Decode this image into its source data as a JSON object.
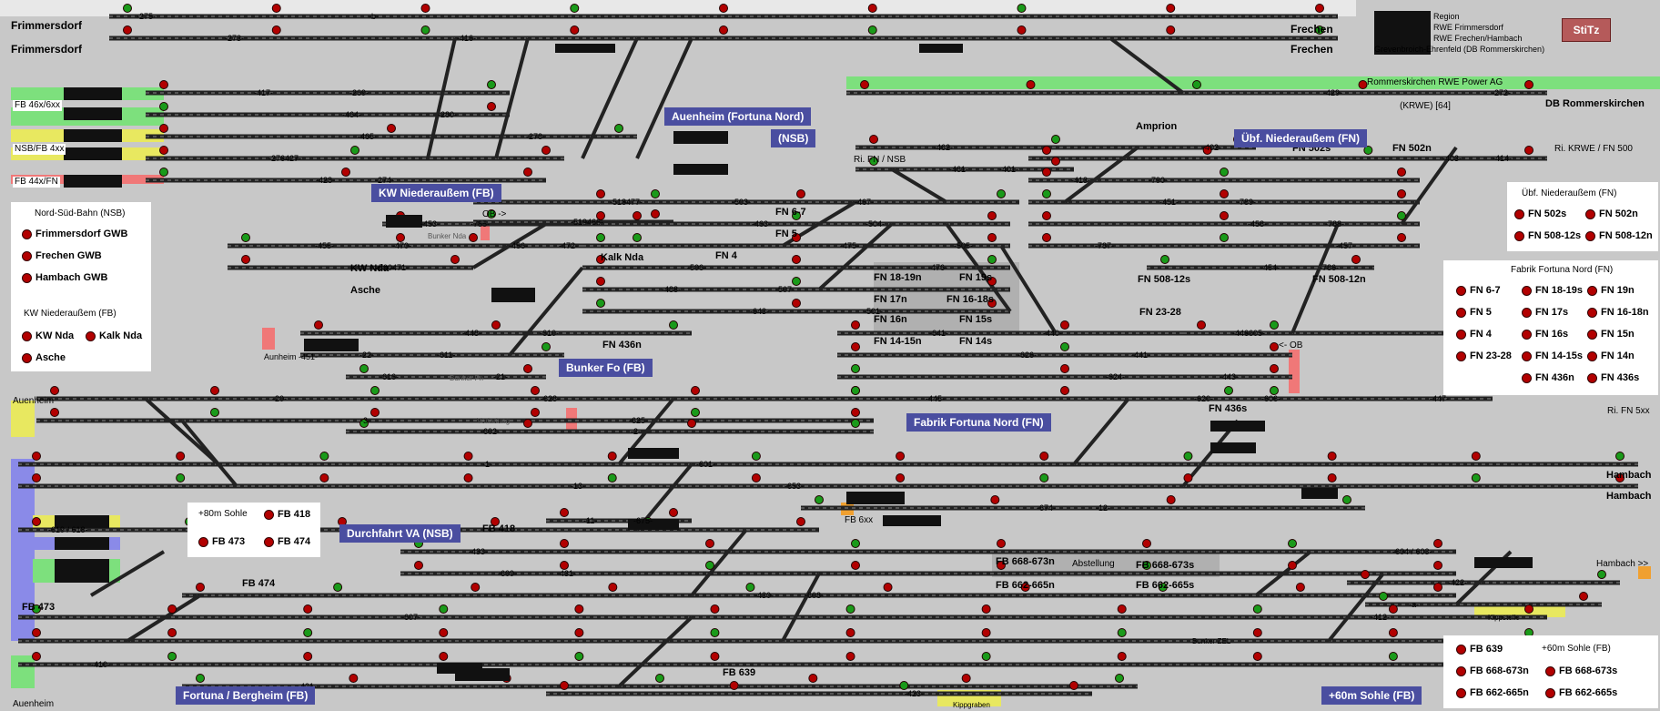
{
  "legend": {
    "rows": [
      "Region",
      "RWE Frimmersdorf",
      "RWE Frechen/Hambach",
      "Grevenbroich-Ehrenfeld  (DB Rommerskirchen)"
    ],
    "button_label": "StiTz"
  },
  "section_titles": [
    "Auenheim (Fortuna Nord)",
    "(NSB)",
    "KW Niederaußem (FB)",
    "Übf. Niederaußem (FN)",
    "Bunker Fo (FB)",
    "Fabrik Fortuna Nord (FN)",
    "Durchfahrt VA (NSB)",
    "Fortuna / Bergheim (FB)",
    "+60m Sohle (FB)"
  ],
  "station_labels": [
    "Frimmersdorf",
    "Frimmersdorf",
    "Frechen",
    "Frechen",
    "DB Rommerskirchen",
    "Amprion",
    "Hambach",
    "Hambach",
    "Auenheim",
    "Auenheim",
    "Kalk Nda",
    "KW Nda",
    "Asche"
  ],
  "track_labels": [
    "-275-",
    "-273-",
    "-269-",
    "-280-",
    "-278-",
    "-276-",
    "-274-",
    "-272-",
    "-462-",
    "-461-",
    "-414-",
    "-413-",
    "-451-",
    "-458-",
    "-457-",
    "-454-",
    "-453-",
    "-456-",
    "-455-",
    "-500-",
    "-518-",
    "-519-",
    "-503-",
    "-504-",
    "-505-",
    "-506-",
    "-507-",
    "-501-",
    "-440-",
    "-441-",
    "-443-",
    "-445-",
    "-446-",
    "-447-",
    "-448-",
    "-22-",
    "-21-",
    "-20-",
    "-3-",
    "-2-",
    "-1-",
    "-13-",
    "-12-",
    "-11-",
    "-14-",
    "-433-",
    "-431-",
    "-430-",
    "-412-",
    "-411-",
    "-410-",
    "-421-",
    "-423-",
    "-422-",
    "-a-",
    "-b-",
    "-416-",
    "-417-",
    "-464-",
    "-465-",
    "-427-",
    "-428-",
    "-429-",
    "-402-",
    "-401-",
    "-403-",
    "-790-",
    "-789-",
    "-788-",
    "-787-",
    "-786-",
    "-785-",
    "-472-",
    "-470-",
    "-471-",
    "-477-",
    "-466-",
    "-467-",
    "-463-",
    "-475-",
    "-476-",
    "-488-",
    "-643-",
    "-641-",
    "-626-",
    "-624-",
    "-620-",
    "-605-",
    "-606-",
    "-610-",
    "-611-",
    "-616-",
    "-628-",
    "-625-",
    "-602-",
    "-601-",
    "-653-",
    "-674-",
    "-675-",
    "-619 / 618-",
    "-604 / 603-",
    "-609-",
    "-608-",
    "-607-"
  ],
  "fb_labels": [
    "FN 6-7",
    "FN 5",
    "FN 4",
    "FN 18-19n",
    "FN 17n",
    "FN 16n",
    "FN 14-15n",
    "FN 19s",
    "FN 16-18s",
    "FN 15s",
    "FN 14s",
    "FN 23-28",
    "FN 436n",
    "FN 436s",
    "FN 502s",
    "FN 502n",
    "FN 508-12s",
    "FN 508-12n",
    "FB 418",
    "FB 474",
    "FB 473",
    "FB 639",
    "FB 668-673n",
    "FB 668-673s",
    "FB 662-665n",
    "FB 662-665s"
  ],
  "misc_labels": [
    "FB 46x/6xx",
    "NSB/FB 4xx",
    "FB 44x/FN",
    "Rommerskirchen RWE Power AG",
    "(KRWE) [64]",
    "Ri. FN / NSB",
    "Ri. KRWE / FN 500",
    "Ri. FN 5xx",
    "OB ->",
    "<- OB",
    "Bunker Nda",
    "Bunker Fn",
    "Verladung",
    "FB 6xx",
    "Abstellung",
    "Bunker ZEL",
    "Kippstelle",
    "Kippgraben",
    "Hambach >>",
    "Aunheim -451-"
  ],
  "panel_nsb": {
    "heading": "Nord-Süd-Bahn (NSB)",
    "items": [
      "Frimmersdorf GWB",
      "Frechen GWB",
      "Hambach GWB"
    ],
    "heading2": "KW Niederaußem (FB)",
    "items2": [
      "KW Nda",
      "Kalk Nda",
      "Asche"
    ]
  },
  "panel_ubf": {
    "heading": "Übf. Niederaußem (FN)",
    "items": [
      "FN 502s",
      "FN 502n",
      "FN 508-12s",
      "FN 508-12n"
    ]
  },
  "panel_fabrik": {
    "heading": "Fabrik Fortuna Nord (FN)",
    "items": [
      "FN 6-7",
      "FN 18-19s",
      "FN 19n",
      "FN 5",
      "FN 17s",
      "FN 16-18n",
      "FN 4",
      "FN 16s",
      "FN 15n",
      "FN 23-28",
      "FN 14-15s",
      "FN 14n",
      "FN 436n",
      "FN 436s"
    ]
  },
  "panel_sohle80": {
    "heading": "+80m Sohle",
    "items": [
      "FB 418",
      "FB 473",
      "FB 474"
    ]
  },
  "panel_sohle60": {
    "heading": "+60m Sohle (FB)",
    "items": [
      "FB 639",
      "FB 668-673n",
      "FB 668-673s",
      "FB 662-665n",
      "FB 662-665s"
    ]
  },
  "colors": {
    "background": "#c8c8c8",
    "track": "#222222",
    "signal_red": "#b20000",
    "signal_green": "#1a9a1a",
    "title": "#4a4ea0",
    "zone_green": "#7de07d",
    "zone_yellow": "#e8e860",
    "zone_blue": "#8a8ae8",
    "zone_pink": "#f07878"
  },
  "icons": [
    "signal-red-icon",
    "signal-green-icon",
    "switch-icon"
  ]
}
